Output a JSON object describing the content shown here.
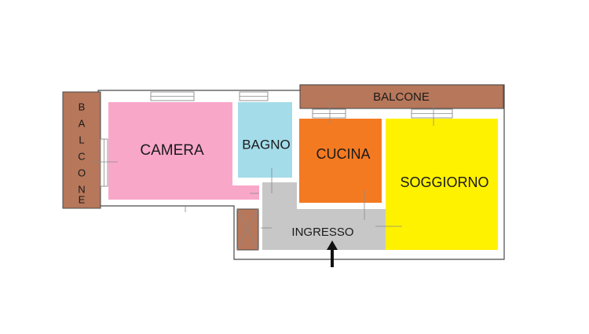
{
  "floorplan": {
    "rooms": {
      "camera": {
        "label": "CAMERA",
        "color": "#f9a7c9"
      },
      "bagno": {
        "label": "BAGNO",
        "color": "#a4dcea"
      },
      "cucina": {
        "label": "CUCINA",
        "color": "#f47a22"
      },
      "soggiorno": {
        "label": "SOGGIORNO",
        "color": "#fff200"
      },
      "ingresso": {
        "label": "INGRESSO",
        "color": "#c7c7c7"
      }
    },
    "balconies": {
      "left": {
        "letters": [
          "B",
          "A",
          "L",
          "C",
          "O",
          "N",
          "E"
        ],
        "color": "#b7775a"
      },
      "top": {
        "label": "BALCONE",
        "color": "#b7775a"
      }
    },
    "closet": {
      "color": "#b7775a"
    },
    "entrance_arrow": {
      "color": "#111111"
    }
  }
}
